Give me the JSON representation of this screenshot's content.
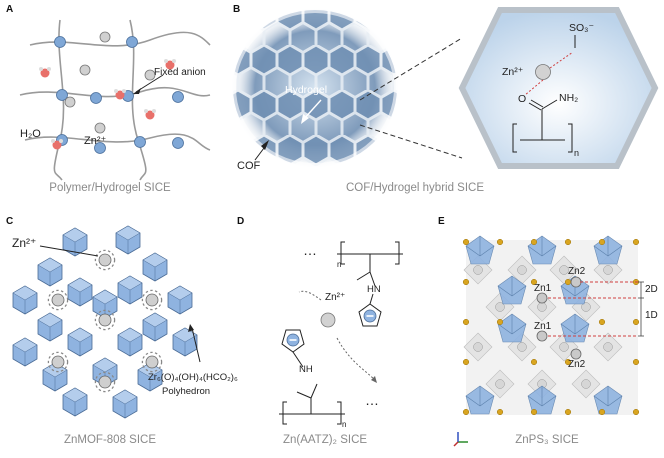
{
  "panels": {
    "A": {
      "label": "A",
      "caption": "Polymer/Hydrogel SICE",
      "fixed_anion_label": "Fixed anion",
      "water_label": "H₂O",
      "zinc_label": "Zn²⁺"
    },
    "B": {
      "label": "B",
      "caption": "COF/Hydrogel hybrid SICE",
      "hydrogel_label": "Hydrogel",
      "cof_label": "COF",
      "zinc_label": "Zn²⁺",
      "sulfonate_label": "SO₃⁻",
      "oxygen_label": "O",
      "amide_label": "NH₂",
      "repeat_n": "n"
    },
    "C": {
      "label": "C",
      "caption": "ZnMOF-808 SICE",
      "zinc_label": "Zn²⁺",
      "cluster_formula": "Zr₆(O)₄(OH)₄(HCO₂)₆",
      "cluster_name": "Polyhedron"
    },
    "D": {
      "label": "D",
      "caption": "Zn(AATZ)₂ SICE",
      "zinc_label": "Zn²⁺",
      "nh_top": "HN",
      "nh_bottom": "NH",
      "ellipsis": "…",
      "repeat_n": "n"
    },
    "E": {
      "label": "E",
      "caption": "ZnPS₃ SICE",
      "site_labels": [
        "Zn2",
        "Zn1",
        "Zn1",
        "Zn2"
      ],
      "dim_2d": "2D",
      "dim_1d": "1D"
    }
  },
  "colors": {
    "anion_blue": "#7fa7d6",
    "zinc_grey": "#c8c8c8",
    "oxygen_red": "#e8706a",
    "polyhedron_blue": "#8fb3e0",
    "sulfur_gold": "#d9a520",
    "caption_grey": "#8a8a8a",
    "dashed_red": "#d04040"
  }
}
